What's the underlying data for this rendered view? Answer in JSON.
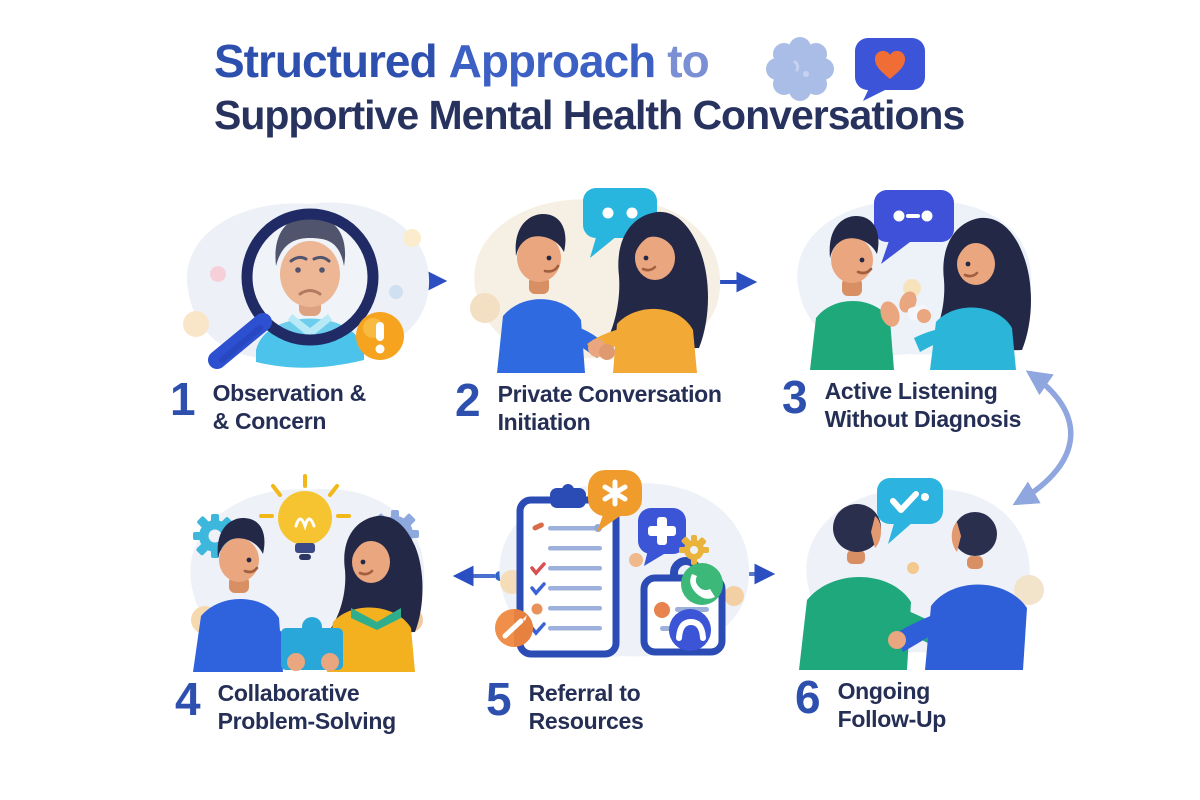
{
  "title": {
    "line1_parts": [
      {
        "text": "Structured",
        "color": "#2d4fae"
      },
      {
        "text": "Approach",
        "color": "#3c60c4"
      },
      {
        "text": "to",
        "color": "#7b90d4"
      }
    ],
    "line2": "Supportive Mental Health Conversations",
    "icons": [
      "brain-icon",
      "chat-bubble-heart-icon"
    ]
  },
  "steps": [
    {
      "number": "1",
      "line1": "Observation &",
      "line2": "& Concern",
      "illustration": [
        "magnifier-icon",
        "worried-person",
        "alert-exclamation-icon"
      ]
    },
    {
      "number": "2",
      "line1": "Private Conversation",
      "line2": "Initiation",
      "illustration": [
        "two-people-talking",
        "speech-bubble-dots-icon"
      ]
    },
    {
      "number": "3",
      "line1": "Active Listening",
      "line2": "Without Diagnosis",
      "illustration": [
        "two-people-listening",
        "speech-bubble-ellipsis-icon"
      ]
    },
    {
      "number": "4",
      "line1": "Collaborative",
      "line2": "Problem-Solving",
      "illustration": [
        "lightbulb-icon",
        "gear-icon",
        "two-people-puzzle",
        "puzzle-piece-icon"
      ]
    },
    {
      "number": "5",
      "line1": "Referral to",
      "line2": "Resources",
      "illustration": [
        "clipboard-checklist-icon",
        "referral-card-icon",
        "medical-plus-bubble-icon",
        "phone-icon",
        "asterisk-bubble-icon",
        "pencil-badge-icon",
        "gear-icon"
      ]
    },
    {
      "number": "6",
      "line1": "Ongoing",
      "line2": "Follow-Up",
      "illustration": [
        "two-people-supporting",
        "checkmark-bubble-icon"
      ]
    }
  ],
  "arrows": [
    {
      "from": 1,
      "to": 2,
      "direction": "right",
      "style": "straight"
    },
    {
      "from": 2,
      "to": 3,
      "direction": "right",
      "style": "straight"
    },
    {
      "from": 3,
      "to": 6,
      "direction": "both",
      "style": "curved"
    },
    {
      "from": 5,
      "to": 4,
      "direction": "left",
      "style": "straight"
    },
    {
      "from": 5,
      "to": 6,
      "direction": "right",
      "style": "straight"
    }
  ],
  "colors": {
    "title_structured": "#2d4fae",
    "title_approach": "#3c60c4",
    "title_to": "#7b90d4",
    "title_line2": "#27335e",
    "step_number": "#2d4fae",
    "step_label": "#252e54",
    "arrow": "#2b4fc0",
    "curved_arrow": "#8fa6de",
    "brain_icon": "#a9bde7",
    "chat_bubble": "#3c55d8",
    "heart": "#f06d35",
    "cyan_bubble": "#29b6de",
    "blue_bubble": "#3f51d9",
    "alert_orange": "#f6a41f"
  }
}
